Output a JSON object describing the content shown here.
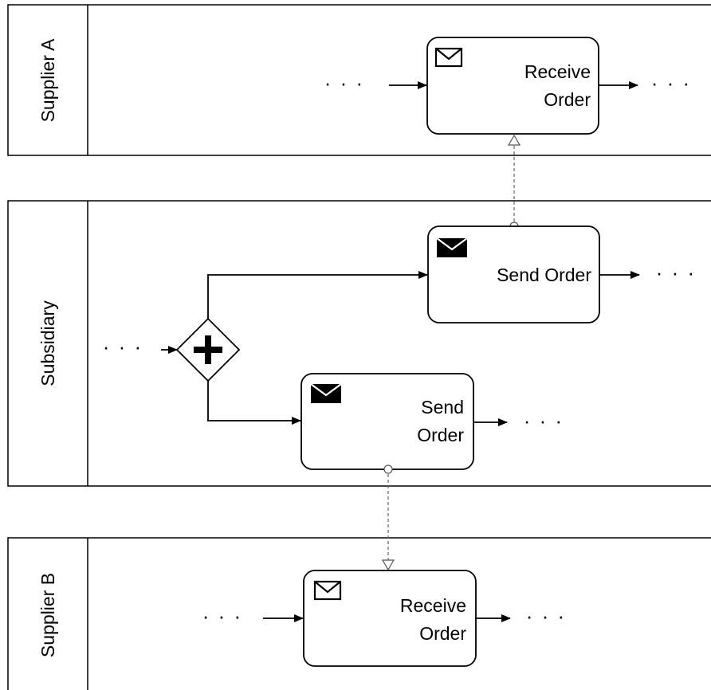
{
  "pools": [
    {
      "id": "supplier-a",
      "label": "Supplier A"
    },
    {
      "id": "subsidiary",
      "label": "Subsidiary"
    },
    {
      "id": "supplier-b",
      "label": "Supplier B"
    }
  ],
  "tasks": {
    "receive_a": {
      "line1": "Receive",
      "line2": "Order",
      "icon": "envelope-outline-icon"
    },
    "send_top": {
      "line1": "Send Order",
      "icon": "envelope-filled-icon"
    },
    "send_bottom": {
      "line1": "Send",
      "line2": "Order",
      "icon": "envelope-filled-icon"
    },
    "receive_b": {
      "line1": "Receive",
      "line2": "Order",
      "icon": "envelope-outline-icon"
    }
  },
  "gateway": {
    "type": "parallel",
    "icon": "plus-icon"
  },
  "continuation": "· · ·"
}
